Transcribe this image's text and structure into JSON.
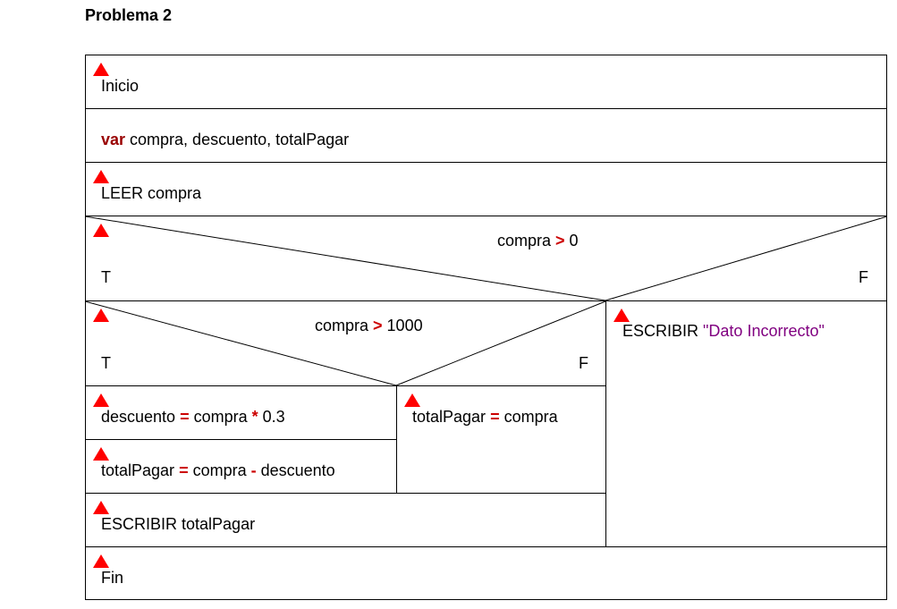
{
  "title": "Problema 2",
  "blocks": {
    "inicio": "Inicio",
    "var_keyword": "var",
    "var_list": " compra, descuento, totalPagar",
    "leer": "LEER compra",
    "cond1": {
      "left": "compra ",
      "op": ">",
      "right": " 0",
      "true_label": "T",
      "false_label": "F"
    },
    "escribir_error": {
      "prefix": "ESCRIBIR ",
      "string": "\"Dato Incorrecto\""
    },
    "cond2": {
      "left": "compra ",
      "op": ">",
      "right": " 1000",
      "true_label": "T",
      "false_label": "F"
    },
    "descuento": {
      "a": "descuento ",
      "eq": "=",
      "b": " compra ",
      "mul": "*",
      "c": " 0.3"
    },
    "total_if": {
      "a": "totalPagar ",
      "eq": "=",
      "b": " compra ",
      "minus": "-",
      "c": " descuento"
    },
    "total_else": {
      "a": "totalPagar ",
      "eq": "=",
      "b": " compra"
    },
    "escribir_total": "ESCRIBIR totalPagar",
    "fin": "Fin"
  },
  "colors": {
    "keyword": "#990000",
    "operator": "#cc0000",
    "string": "#800080",
    "marker": "#ff0000",
    "border": "#000000"
  }
}
